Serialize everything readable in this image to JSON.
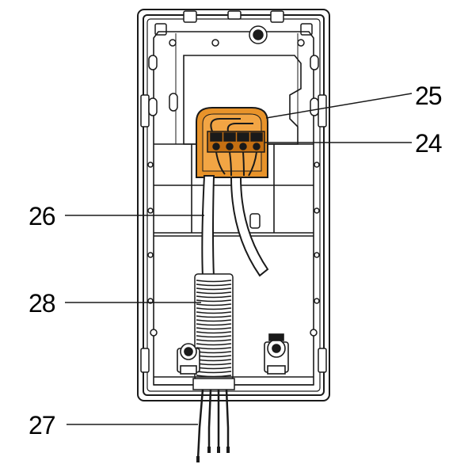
{
  "callouts": {
    "c25": "25",
    "c24": "24",
    "c26": "26",
    "c28": "28",
    "c27": "27"
  },
  "colors": {
    "outline": "#1a1a1a",
    "terminal_block_fill": "#e8932a",
    "terminal_block_dark": "#c46f12",
    "housing_fill": "#ffffff"
  }
}
